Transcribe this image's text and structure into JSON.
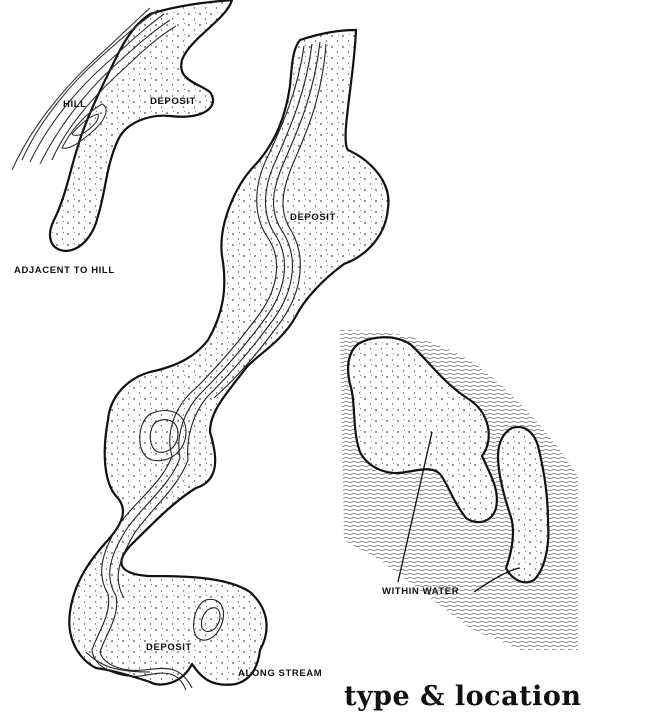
{
  "labels": {
    "hill": "HILL",
    "deposit_top": "DEPOSIT",
    "adjacent": "ADJACENT TO HILL",
    "deposit_stream": "DEPOSIT",
    "deposit_bottom": "DEPOSIT",
    "along_stream": "ALONG STREAM",
    "within_water": "WITHIN WATER"
  },
  "caption": "type & location"
}
